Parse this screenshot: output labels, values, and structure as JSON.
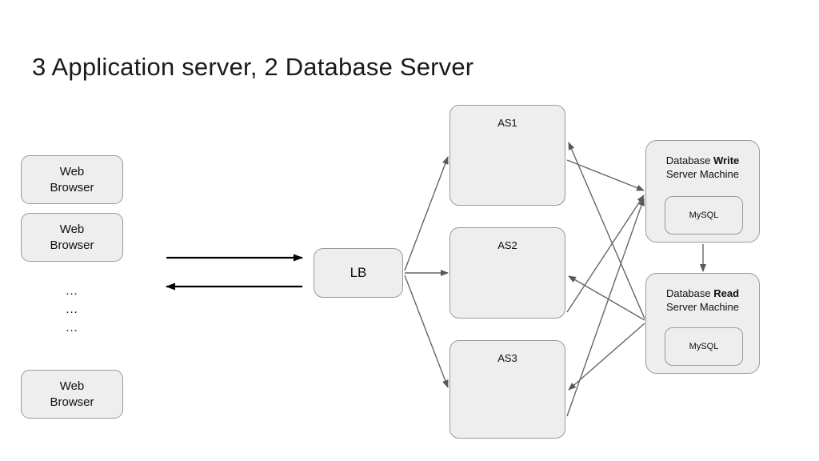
{
  "page": {
    "title": "3 Application server, 2 Database Server",
    "background": "#ffffff"
  },
  "colors": {
    "node_fill": "#eeeeee",
    "node_stroke": "#9a9a9a",
    "connector_gray": "#666666",
    "connector_black": "#000000",
    "text": "#111111",
    "title_text": "#1a1a1a"
  },
  "clients": {
    "browsers": [
      {
        "label": "Web\nBrowser"
      },
      {
        "label": "Web\nBrowser"
      },
      {
        "label": "Web\nBrowser"
      }
    ],
    "ellipsis": [
      "…",
      "…",
      "…"
    ]
  },
  "load_balancer": {
    "label": "LB"
  },
  "app_servers": [
    {
      "label": "AS1"
    },
    {
      "label": "AS2"
    },
    {
      "label": "AS3"
    }
  ],
  "databases": [
    {
      "name_prefix": "Database ",
      "name_emphasis": "Write",
      "name_suffix": "Server Machine",
      "engine": "MySQL"
    },
    {
      "name_prefix": "Database ",
      "name_emphasis": "Read",
      "name_suffix": "Server Machine",
      "engine": "MySQL"
    }
  ],
  "connectors": {
    "client_request": "request-arrow-right",
    "client_response": "response-arrow-left",
    "lb_to_app": "lb-fanout-arrows",
    "app_to_write_db": "write-arrows",
    "read_db_to_app": "read-arrows",
    "replication": "replication-arrow-down"
  }
}
